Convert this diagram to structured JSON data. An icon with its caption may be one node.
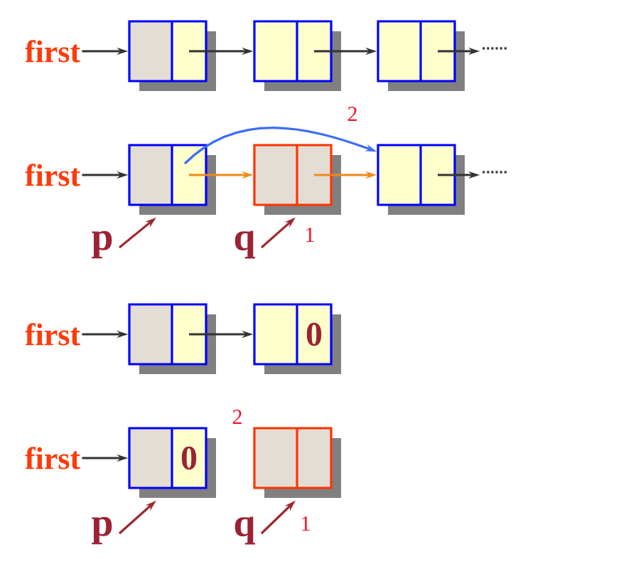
{
  "diagram": {
    "nodes": [
      {
        "text": [
          "first"
        ]
      },
      {
        "text": [],
        "shape": "box"
      },
      {
        "text": [],
        "shape": "box"
      },
      {
        "text": [],
        "shape": "box"
      },
      {
        "text": [
          "......"
        ]
      },
      {
        "text": [
          "first"
        ]
      },
      {
        "text": [],
        "shape": "box"
      },
      {
        "text": [],
        "shape": "box"
      },
      {
        "text": [],
        "shape": "box"
      },
      {
        "text": [
          "......"
        ]
      },
      {
        "text": [
          "p"
        ]
      },
      {
        "text": [
          "q"
        ]
      },
      {
        "text": [
          "first"
        ]
      },
      {
        "text": [],
        "shape": "box"
      },
      {
        "text": [
          "0"
        ]
      },
      {
        "text": [
          "first"
        ]
      },
      {
        "text": [
          "0"
        ]
      },
      {
        "text": [],
        "shape": "box"
      },
      {
        "text": [
          "p"
        ]
      },
      {
        "text": [
          "q"
        ]
      }
    ],
    "edges": [
      {
        "from": 0,
        "to": 1,
        "arrow": "to"
      },
      {
        "from": 1,
        "to": 2,
        "arrow": "to"
      },
      {
        "from": 2,
        "to": 3,
        "arrow": "to"
      },
      {
        "from": 3,
        "to": 4,
        "arrow": "to"
      },
      {
        "from": 5,
        "to": 6,
        "arrow": "to"
      },
      {
        "from": 6,
        "to": 7,
        "arrow": "to",
        "color": "#f0891a"
      },
      {
        "from": 7,
        "to": 8,
        "arrow": "to",
        "color": "#f0891a"
      },
      {
        "from": 6,
        "to": 8,
        "arrow": "to",
        "color": "#3b6ef5",
        "label": "2"
      },
      {
        "from": 8,
        "to": 9,
        "arrow": "to"
      },
      {
        "from": 10,
        "to": 6,
        "arrow": "to",
        "color": "#a0282f"
      },
      {
        "from": 11,
        "to": 7,
        "arrow": "to",
        "color": "#a0282f"
      },
      {
        "from": 12,
        "to": 13,
        "arrow": "to"
      },
      {
        "from": 13,
        "to": 14,
        "arrow": "to"
      },
      {
        "from": 15,
        "to": 16,
        "arrow": "to"
      },
      {
        "from": 18,
        "to": 16,
        "arrow": "to",
        "color": "#a0282f"
      },
      {
        "from": 19,
        "to": 17,
        "arrow": "to",
        "color": "#a0282f"
      }
    ],
    "labels": [
      "1",
      "2",
      "1"
    ]
  }
}
